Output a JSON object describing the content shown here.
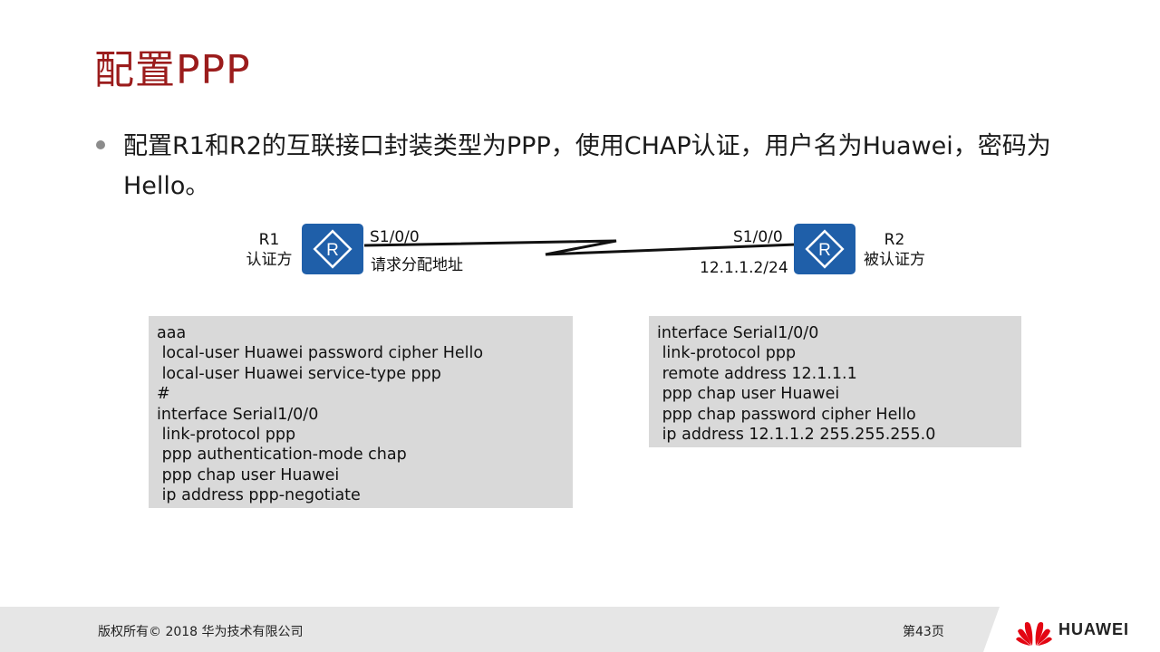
{
  "title": "配置PPP",
  "bullet": "配置R1和R2的互联接口封装类型为PPP，使用CHAP认证，用户名为Huawei，密码为Hello。",
  "diagram": {
    "r1": {
      "name": "R1",
      "role": "认证方",
      "interface": "S1/0/0",
      "note": "请求分配地址"
    },
    "r2": {
      "name": "R2",
      "role": "被认证方",
      "interface": "S1/0/0",
      "ip": "12.1.1.2/24"
    }
  },
  "config_left": [
    "aaa",
    " local-user Huawei password cipher Hello",
    " local-user Huawei service-type ppp",
    "#",
    "interface Serial1/0/0",
    " link-protocol ppp",
    " ppp authentication-mode chap",
    " ppp chap user Huawei",
    " ip address ppp-negotiate"
  ],
  "config_right": [
    "interface Serial1/0/0",
    " link-protocol ppp",
    " remote address 12.1.1.1",
    " ppp chap user Huawei",
    " ppp chap password cipher Hello",
    " ip address 12.1.1.2 255.255.255.0"
  ],
  "footer": {
    "copyright": "版权所有© 2018 华为技术有限公司",
    "page": "第43页",
    "brand": "HUAWEI"
  },
  "colors": {
    "title": "#9b1c1c",
    "router": "#1f5fa9",
    "codebox": "#d9d9d9",
    "footer": "#e6e6e6",
    "logo": "#e30613"
  }
}
